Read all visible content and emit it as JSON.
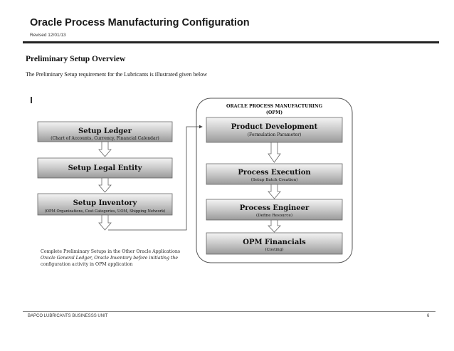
{
  "header": {
    "title": "Oracle Process Manufacturing Configuration",
    "revised": "Revised 12/01/13"
  },
  "section": {
    "title": "Preliminary Setup Overview",
    "intro": "The Preliminary Setup requirement for the Lubricants is illustrated given below"
  },
  "diagram": {
    "opm_title": "ORACLE PROCESS MANUFACTURING",
    "opm_subtitle": "(OPM)",
    "left_boxes": [
      {
        "title": "Setup Ledger",
        "sub": "(Chart of Accounts, Currency, Financial Calendar)"
      },
      {
        "title": "Setup Legal Entity",
        "sub": ""
      },
      {
        "title": "Setup Inventory",
        "sub": "(OPM Organizations, Cost Categories, UOM, Shipping Network)"
      }
    ],
    "right_boxes": [
      {
        "title": "Product Development",
        "sub": "(Formulation Parameter)"
      },
      {
        "title": "Process Execution",
        "sub": "(Setup Batch Creation)"
      },
      {
        "title": "Process Engineer",
        "sub": "(Define Resource)"
      },
      {
        "title": "OPM Financials",
        "sub": "(Costing)"
      }
    ],
    "note_lines": [
      "Complete Preliminary Setups in the Other Oracle Applications",
      "Oracle General Ledger, Oracle Inventory before initiating the",
      "configuration activity in OPM application"
    ]
  },
  "footer": {
    "left": "BAPCO LUBRICANTS BUSINESSS UNIT",
    "page": "6"
  }
}
